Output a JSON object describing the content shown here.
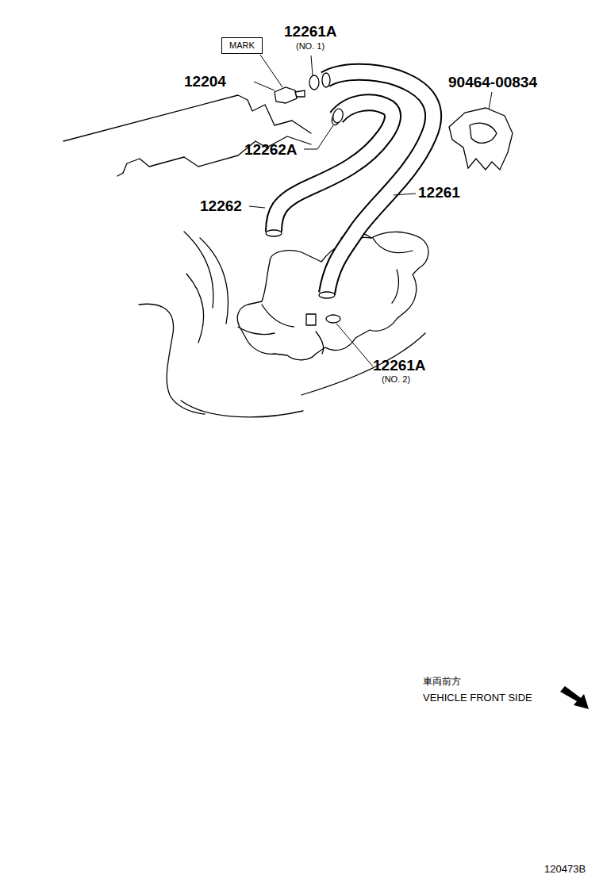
{
  "diagram": {
    "nodes": [
      {
        "text": [
          "MARK"
        ]
      }
    ],
    "edges": [],
    "labels": [
      "12261A",
      "(NO. 1)",
      "12204",
      "90464-00834",
      "12262A",
      "12261",
      "12262",
      "12261A",
      "(NO. 2)",
      "車両前方",
      "VEHICLE FRONT SIDE",
      "120473B"
    ]
  }
}
